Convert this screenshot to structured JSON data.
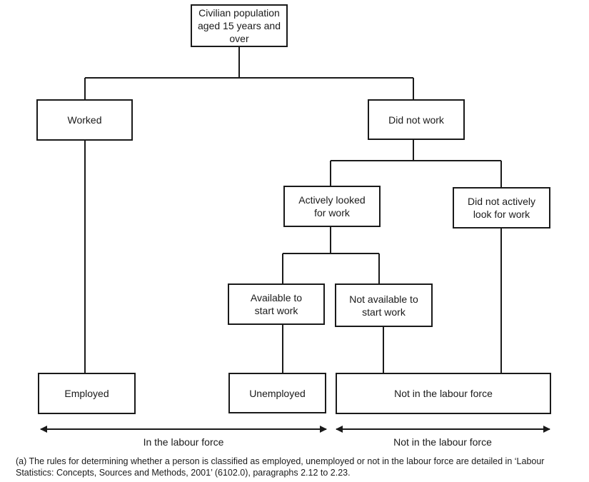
{
  "nodes": {
    "population": "Civilian population aged 15 years and over",
    "worked": "Worked",
    "did_not_work": "Did not work",
    "actively_looked": "Actively looked for work",
    "did_not_actively_look": "Did not actively look for work",
    "available": "Available to start work",
    "not_available": "Not available to start work",
    "employed": "Employed",
    "unemployed": "Unemployed",
    "not_in_labour_force": "Not in the labour force"
  },
  "ranges": {
    "in_labour_force": "In the labour force",
    "not_in_labour_force": "Not in the labour force"
  },
  "footnote": "(a) The rules for determining whether a person is classified as employed, unemployed or not in the labour force are detailed in ‘Labour Statistics: Concepts, Sources and Methods, 2001’ (6102.0), paragraphs 2.12 to 2.23."
}
